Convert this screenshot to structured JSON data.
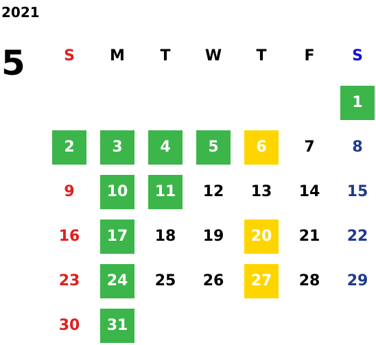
{
  "year": "2021",
  "month": "5",
  "weekdays": [
    "S",
    "M",
    "T",
    "W",
    "T",
    "F",
    "S"
  ],
  "weeks": [
    [
      null,
      null,
      null,
      null,
      null,
      null,
      {
        "label": "1",
        "highlight": "green"
      }
    ],
    [
      null,
      {
        "label": "2",
        "highlight": "green"
      },
      {
        "label": "3",
        "highlight": "green"
      },
      {
        "label": "4",
        "highlight": "green"
      },
      {
        "label": "5",
        "highlight": "green"
      },
      {
        "label": "6",
        "highlight": "yellow"
      },
      {
        "label": "7",
        "highlight": null
      }
    ],
    [
      {
        "label": "8",
        "highlight": null
      },
      {
        "label": "9",
        "highlight": null
      },
      {
        "label": "10",
        "highlight": "green"
      },
      {
        "label": "11",
        "highlight": "green"
      },
      {
        "label": "12",
        "highlight": null
      },
      {
        "label": "13",
        "highlight": null
      },
      {
        "label": "14",
        "highlight": null
      }
    ],
    [
      {
        "label": "15",
        "highlight": null
      },
      {
        "label": "16",
        "highlight": null
      },
      {
        "label": "17",
        "highlight": "green"
      },
      {
        "label": "18",
        "highlight": null
      },
      {
        "label": "19",
        "highlight": null
      },
      {
        "label": "20",
        "highlight": "yellow"
      },
      {
        "label": "21",
        "highlight": null
      }
    ],
    [
      {
        "label": "22",
        "highlight": null
      },
      {
        "label": "23",
        "highlight": null
      },
      {
        "label": "24",
        "highlight": "green"
      },
      {
        "label": "25",
        "highlight": null
      },
      {
        "label": "26",
        "highlight": null
      },
      {
        "label": "27",
        "highlight": "yellow"
      },
      {
        "label": "28",
        "highlight": null
      }
    ],
    [
      {
        "label": "29",
        "highlight": null
      },
      {
        "label": "30",
        "highlight": null
      },
      {
        "label": "31",
        "highlight": "green"
      },
      null,
      null,
      null,
      null
    ]
  ],
  "colors": {
    "sunday": "#e02020",
    "saturday": "#1e3a8a",
    "green": "#3cb54a",
    "yellow": "#ffd500"
  }
}
